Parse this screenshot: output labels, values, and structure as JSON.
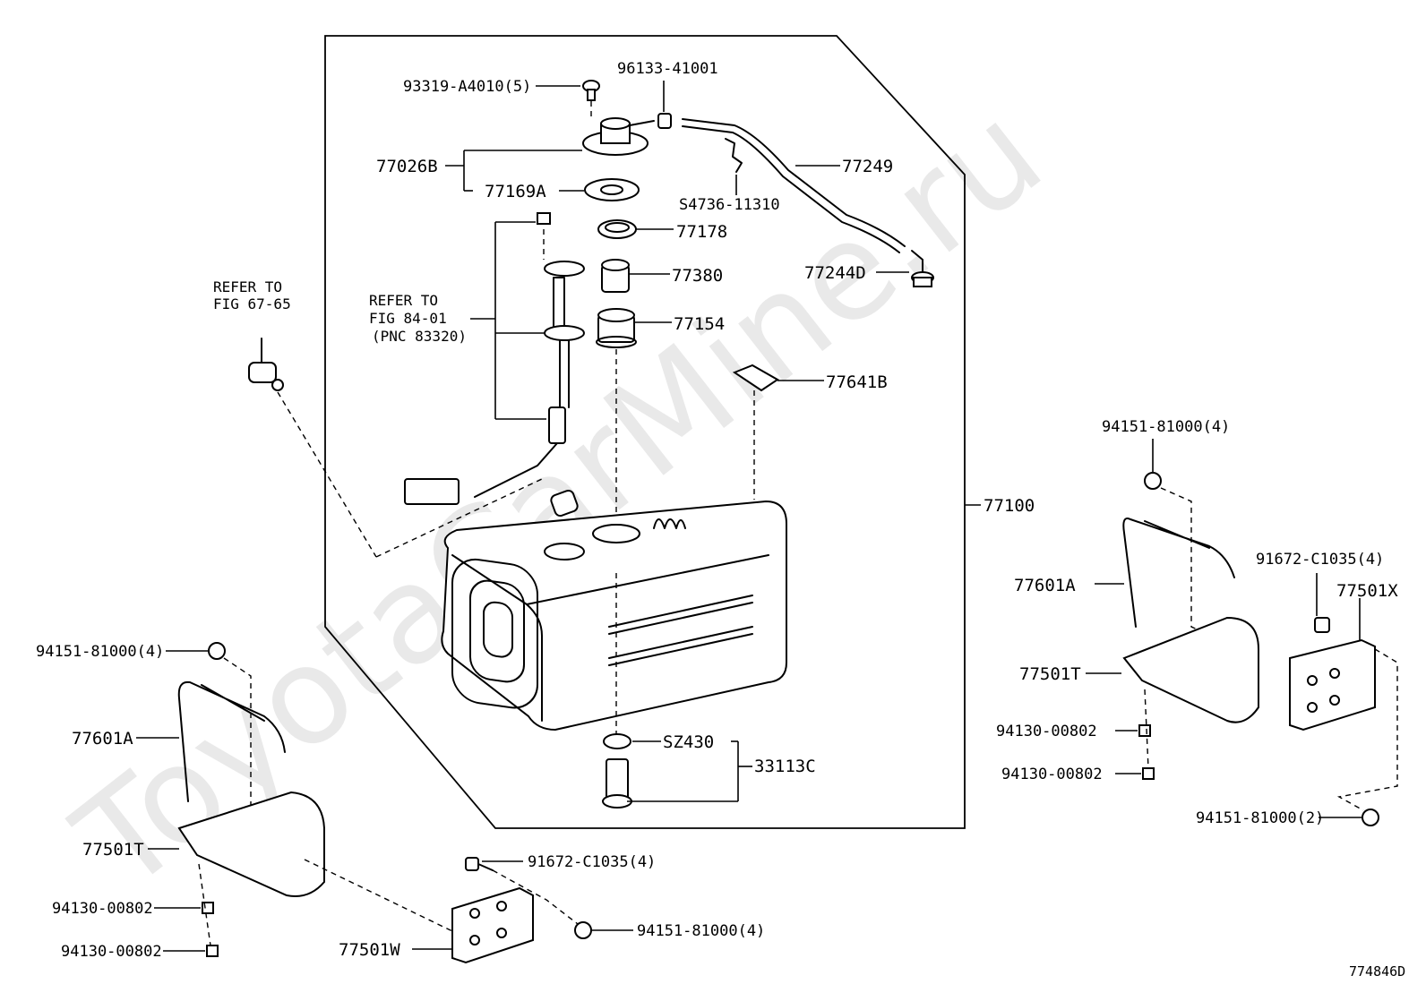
{
  "watermark": "ToyotaCarMine.ru",
  "figure_id": "774846D",
  "refs": {
    "left_ref_line1": "REFER TO",
    "left_ref_line2": "FIG 67-65",
    "center_ref_line1": "REFER TO",
    "center_ref_line2": "FIG 84-01",
    "center_ref_line3": "(PNC 83320)"
  },
  "labels": {
    "p93319": "93319-A4010(5)",
    "p96133": "96133-41001",
    "p77026B": "77026B",
    "p77169A": "77169A",
    "p77249": "77249",
    "pS4736": "S4736-11310",
    "p77178": "77178",
    "p77380": "77380",
    "p77244D": "77244D",
    "p77154": "77154",
    "p77641B": "77641B",
    "p77100": "77100",
    "pSZ430": "SZ430",
    "p33113C": "33113C",
    "r_94151_top": "94151-81000(4)",
    "r_91672": "91672-C1035(4)",
    "r_77601A": "77601A",
    "r_77501X": "77501X",
    "r_77501T": "77501T",
    "r_94130_a": "94130-00802",
    "r_94130_b": "94130-00802",
    "r_94151_bot": "94151-81000(2)",
    "l_94151": "94151-81000(4)",
    "l_77601A": "77601A",
    "l_77501T": "77501T",
    "l_94130_a": "94130-00802",
    "l_94130_b": "94130-00802",
    "b_91672": "91672-C1035(4)",
    "b_94151": "94151-81000(4)",
    "b_77501W": "77501W"
  }
}
